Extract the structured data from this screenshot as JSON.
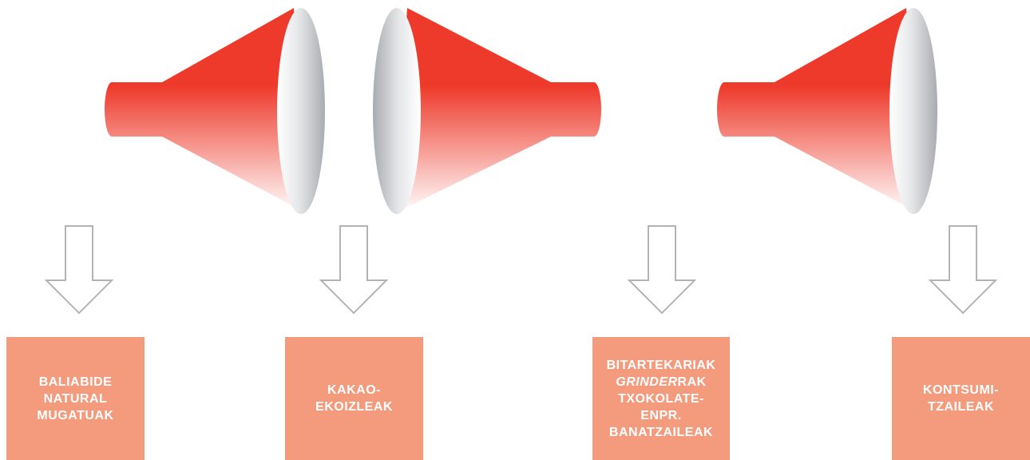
{
  "colors": {
    "funnel_red": "#EE3A2B",
    "funnel_fade": "#FFFFFF",
    "lens_light": "#FFFFFF",
    "lens_dark": "#A8ABB0",
    "arrow_stroke": "#B3B3B3",
    "box_fill": "#F49B7E",
    "box_text": "#FFFFFF"
  },
  "funnels": [
    {
      "id": "funnel-1",
      "direction": "right"
    },
    {
      "id": "funnel-2",
      "direction": "left"
    },
    {
      "id": "funnel-3",
      "direction": "right"
    }
  ],
  "arrows": [
    {
      "id": "arrow-1",
      "icon": "down-arrow-outline"
    },
    {
      "id": "arrow-2",
      "icon": "down-arrow-outline"
    },
    {
      "id": "arrow-3",
      "icon": "down-arrow-outline"
    },
    {
      "id": "arrow-4",
      "icon": "down-arrow-outline"
    }
  ],
  "boxes": [
    {
      "lines": [
        "BALIABIDE",
        "NATURAL",
        "MUGATUAK"
      ]
    },
    {
      "lines": [
        "KAKAO-",
        "EKOIZLEAK"
      ]
    },
    {
      "lines": [
        "BITARTEKARIAK"
      ],
      "em": "GRINDER",
      "em_suffix": "RAK",
      "lines_after": [
        "TXOKOLATE-",
        "ENPR.",
        "BANATZAILEAK"
      ]
    },
    {
      "lines": [
        "KONTSUMI-",
        "TZAILEAK"
      ]
    }
  ]
}
